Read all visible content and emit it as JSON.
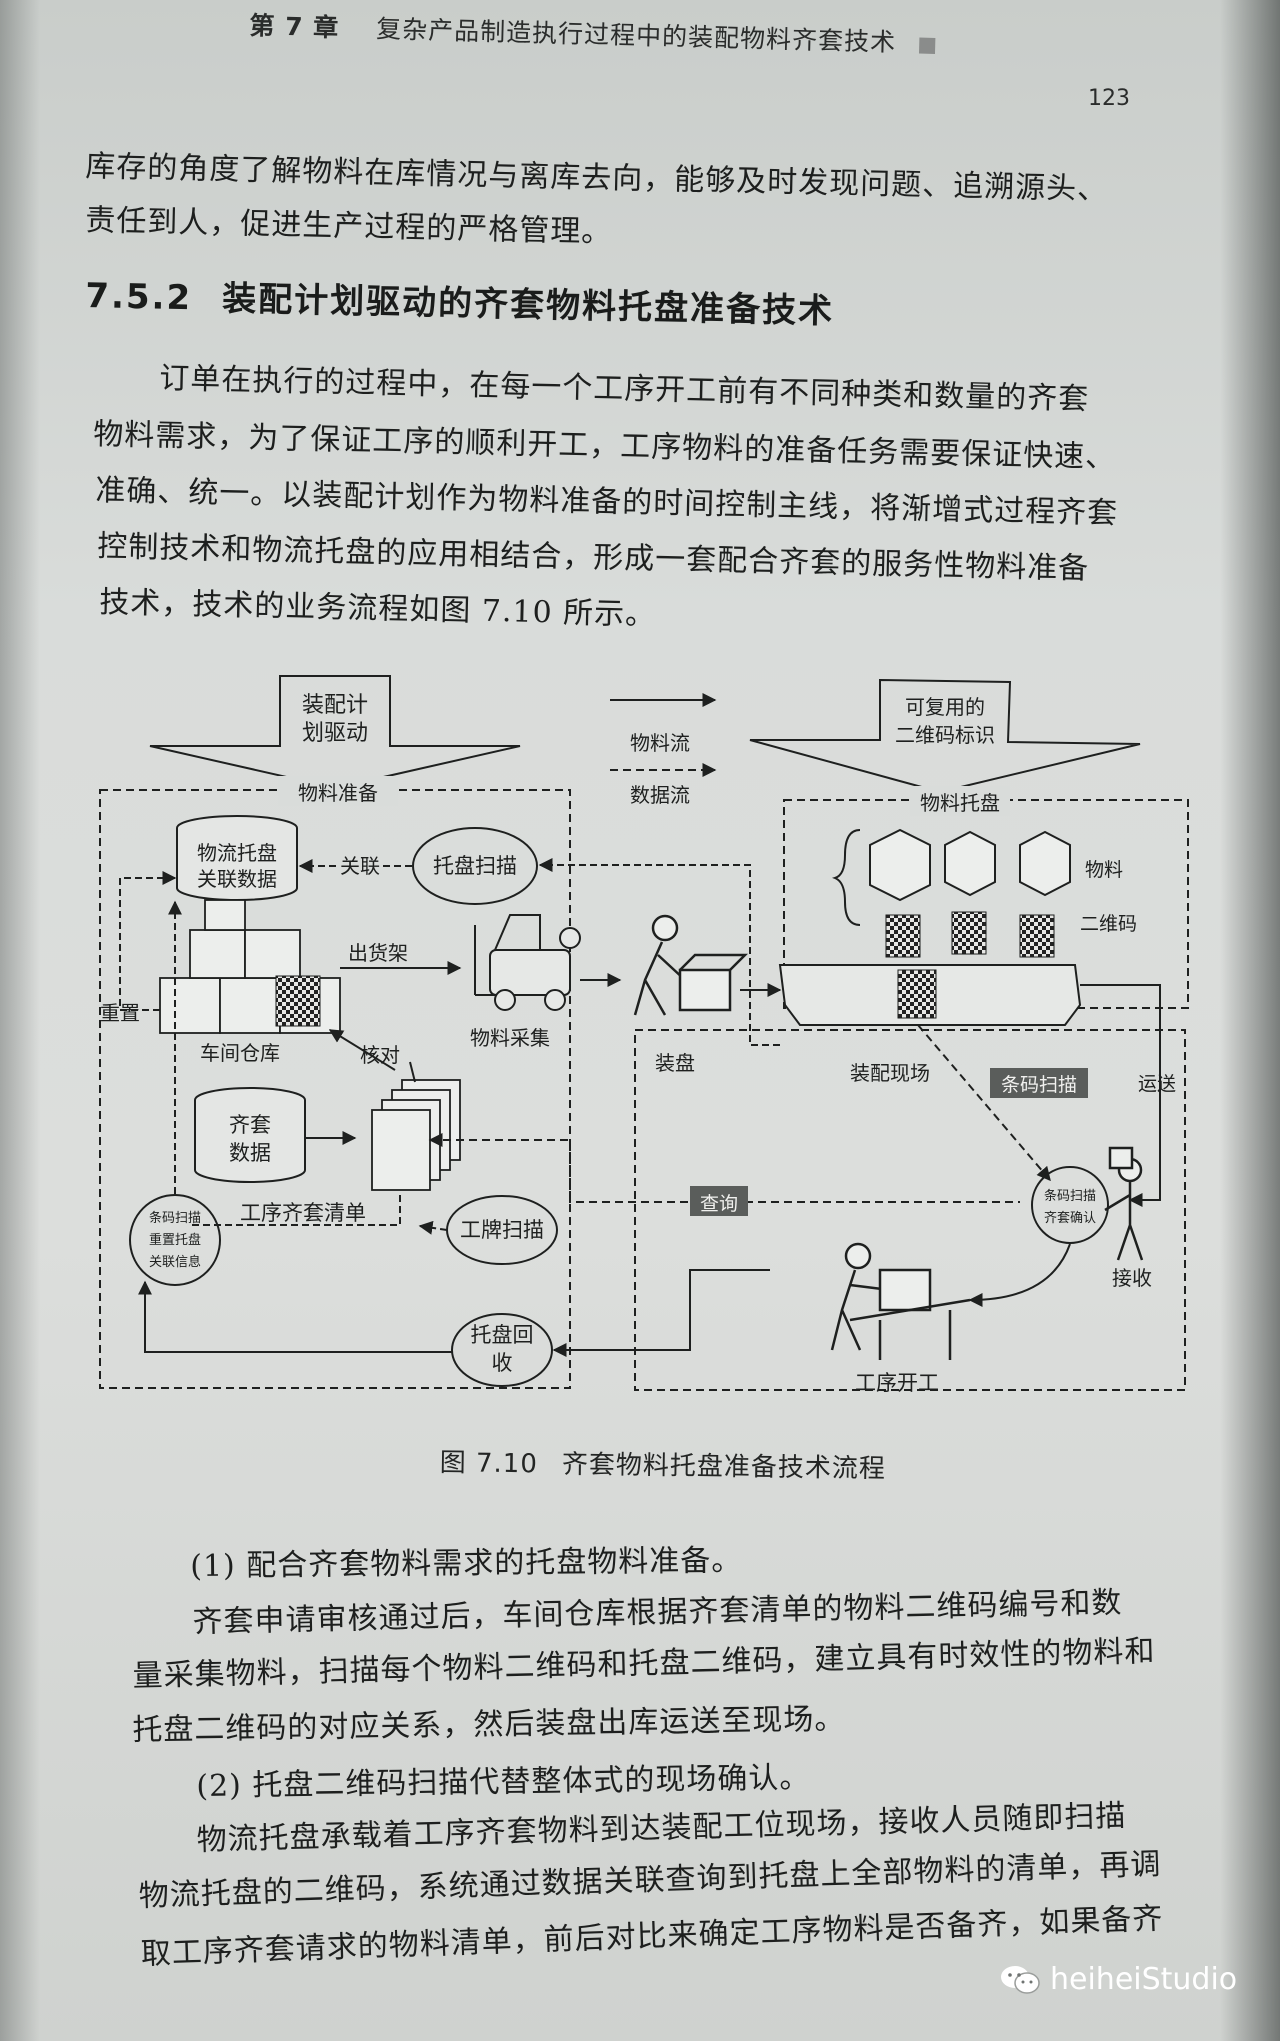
{
  "header": {
    "chapter": "第 7 章",
    "title": "复杂产品制造执行过程中的装配物料齐套技术",
    "page_number": "123"
  },
  "intro_lines": [
    "库存的角度了解物料在库情况与离库去向，能够及时发现问题、追溯源头、",
    "责任到人，促进生产过程的严格管理。"
  ],
  "section": {
    "number": "7.5.2",
    "title": "装配计划驱动的齐套物料托盘准备技术"
  },
  "paragraph_lines": [
    "订单在执行的过程中，在每一个工序开工前有不同种类和数量的齐套",
    "物料需求，为了保证工序的顺利开工，工序物料的准备任务需要保证快速、",
    "准确、统一。以装配计划作为物料准备的时间控制主线，将渐增式过程齐套",
    "控制技术和物流托盘的应用相结合，形成一套配合齐套的服务性物料准备",
    "技术，技术的业务流程如图 7.10 所示。"
  ],
  "figure": {
    "plan_drive": [
      "装配计",
      "划驱动"
    ],
    "reusable_qr": [
      "可复用的",
      "二维码标识"
    ],
    "legend_material_flow": "物料流",
    "legend_data_flow": "数据流",
    "material_prep": "物料准备",
    "material_pallet": "物料托盘",
    "logistics_data": [
      "物流托盘",
      "关联数据"
    ],
    "associate": "关联",
    "pallet_scan": "托盘扫描",
    "out_shelf": "出货架",
    "reset": "重置",
    "workshop_warehouse": "车间仓库",
    "check": "核对",
    "material_collect": "物料采集",
    "palletize": "装盘",
    "kit_data": [
      "齐套",
      "数据"
    ],
    "process_kit_list": "工序齐套清单",
    "badge_scan": "工牌扫描",
    "barcode_reset": [
      "条码扫描",
      "重置托盘",
      "关联信息"
    ],
    "pallet_recycle": [
      "托盘回",
      "收"
    ],
    "material": "物料",
    "qr_code": "二维码",
    "transport": "运送",
    "assembly_site": "装配现场",
    "barcode_scan": "条码扫描",
    "query": "查询",
    "barcode_confirm": [
      "条码扫描",
      "齐套确认"
    ],
    "receive": "接收",
    "process_start": "工序开工"
  },
  "caption": {
    "number": "图 7.10",
    "text": "齐套物料托盘准备技术流程"
  },
  "item1_title": "(1) 配合齐套物料需求的托盘物料准备。",
  "item1_lines": [
    "齐套申请审核通过后，车间仓库根据齐套清单的物料二维码编号和数",
    "量采集物料，扫描每个物料二维码和托盘二维码，建立具有时效性的物料和",
    "托盘二维码的对应关系，然后装盘出库运送至现场。"
  ],
  "item2_title": "(2) 托盘二维码扫描代替整体式的现场确认。",
  "item2_lines": [
    "物流托盘承载着工序齐套物料到达装配工位现场，接收人员随即扫描",
    "物流托盘的二维码，系统通过数据关联查询到托盘上全部物料的清单，再调",
    "取工序齐套请求的物料清单，前后对比来确定工序物料是否备齐，如果备齐"
  ],
  "watermark": "heiheiStudio"
}
